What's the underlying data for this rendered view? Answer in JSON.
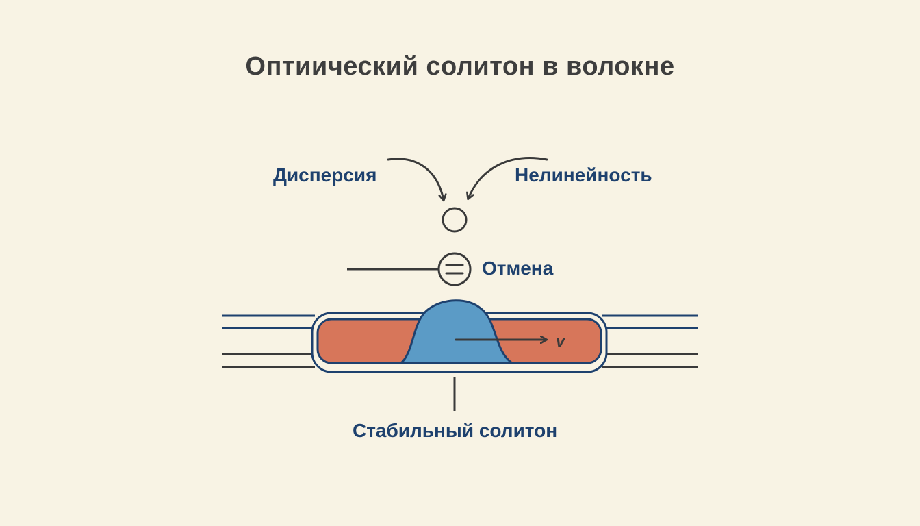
{
  "title": "Оптиический солитон в волокне",
  "labels": {
    "dispersion": "Дисперсия",
    "nonlinearity": "Нелинейность",
    "cancellation": "Отмена",
    "stable_soliton": "Стабильный солитон",
    "velocity": "v"
  },
  "colors": {
    "background": "#f8f3e4",
    "label_text": "#1e416e",
    "title_text": "#3e3e3e",
    "fiber_outline": "#1e416e",
    "fiber_core": "#d7765a",
    "pulse": "#5b9bc6",
    "lines": "#3a3a3a"
  },
  "icons": {
    "convergence": "circle-icon",
    "equals": "equals-circle-icon"
  }
}
